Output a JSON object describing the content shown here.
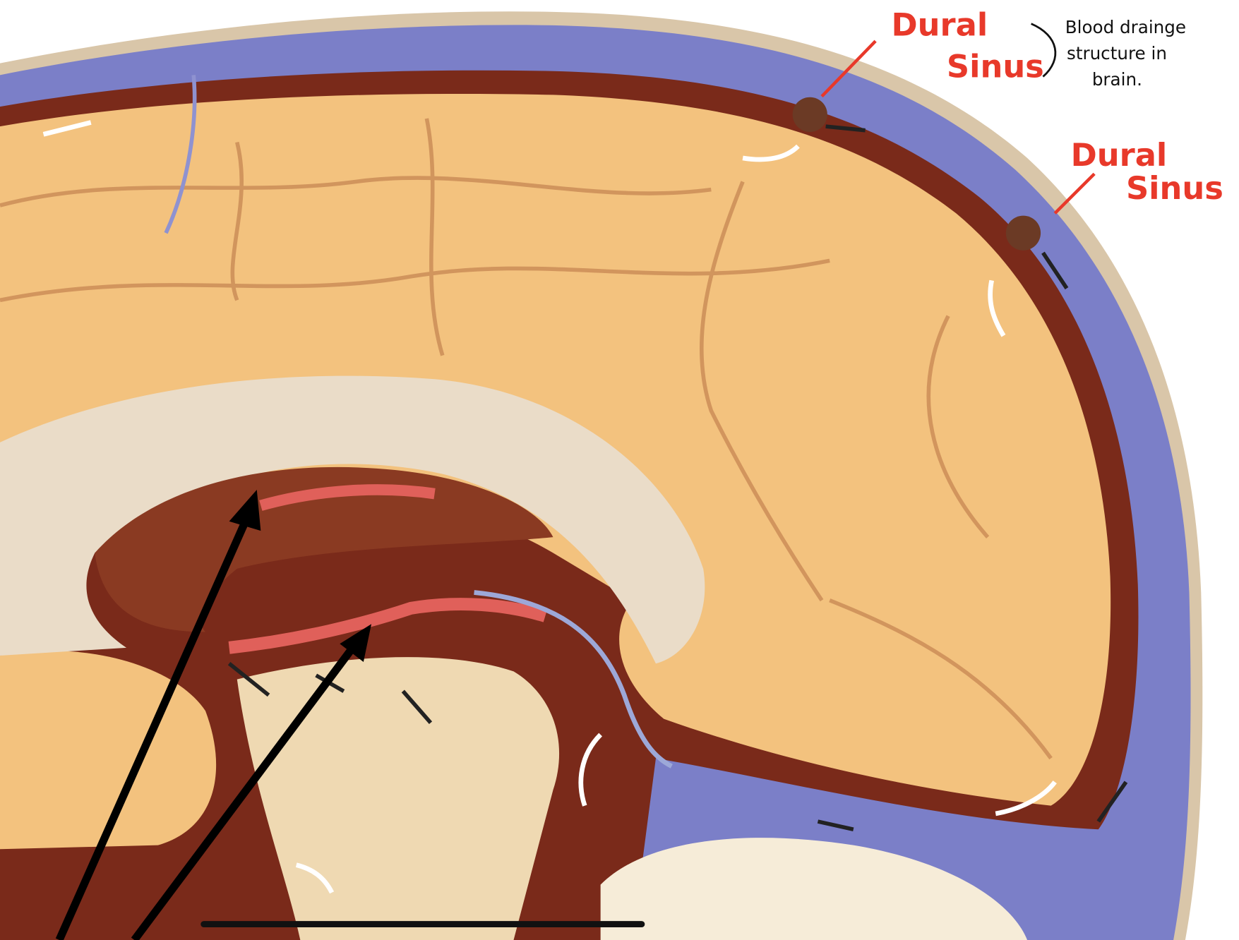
{
  "annotations": {
    "label_1": {
      "line1": "Dural",
      "line2": "Sinus"
    },
    "label_2": {
      "line1": "Dural",
      "line2": "Sinus"
    },
    "note": {
      "line1": "Blood drainge",
      "line2": "structure in",
      "line3": "brain."
    }
  },
  "colors": {
    "annotation_red": "#e8392a",
    "dura_blue": "#7b7fc8",
    "brain_tissue": "#f3c27e",
    "meninges_brown": "#7a2a1a",
    "pointer_black": "#000000"
  }
}
